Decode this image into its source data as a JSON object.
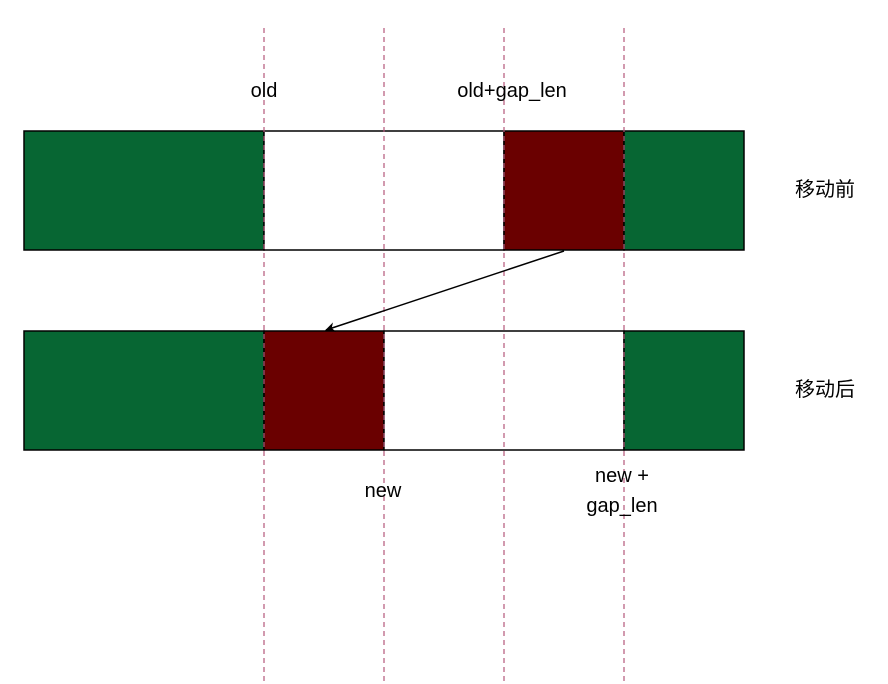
{
  "labels": {
    "old": "old",
    "old_gap": "old+gap_len",
    "new": "new",
    "new_gap_line1": "new +",
    "new_gap_line2": "gap_len",
    "before": "移动前",
    "after": "移动后"
  },
  "colors": {
    "green": "#076633",
    "dark_red": "#6a0000",
    "white": "#ffffff",
    "guide": "#b5587a",
    "border": "#000000"
  }
}
